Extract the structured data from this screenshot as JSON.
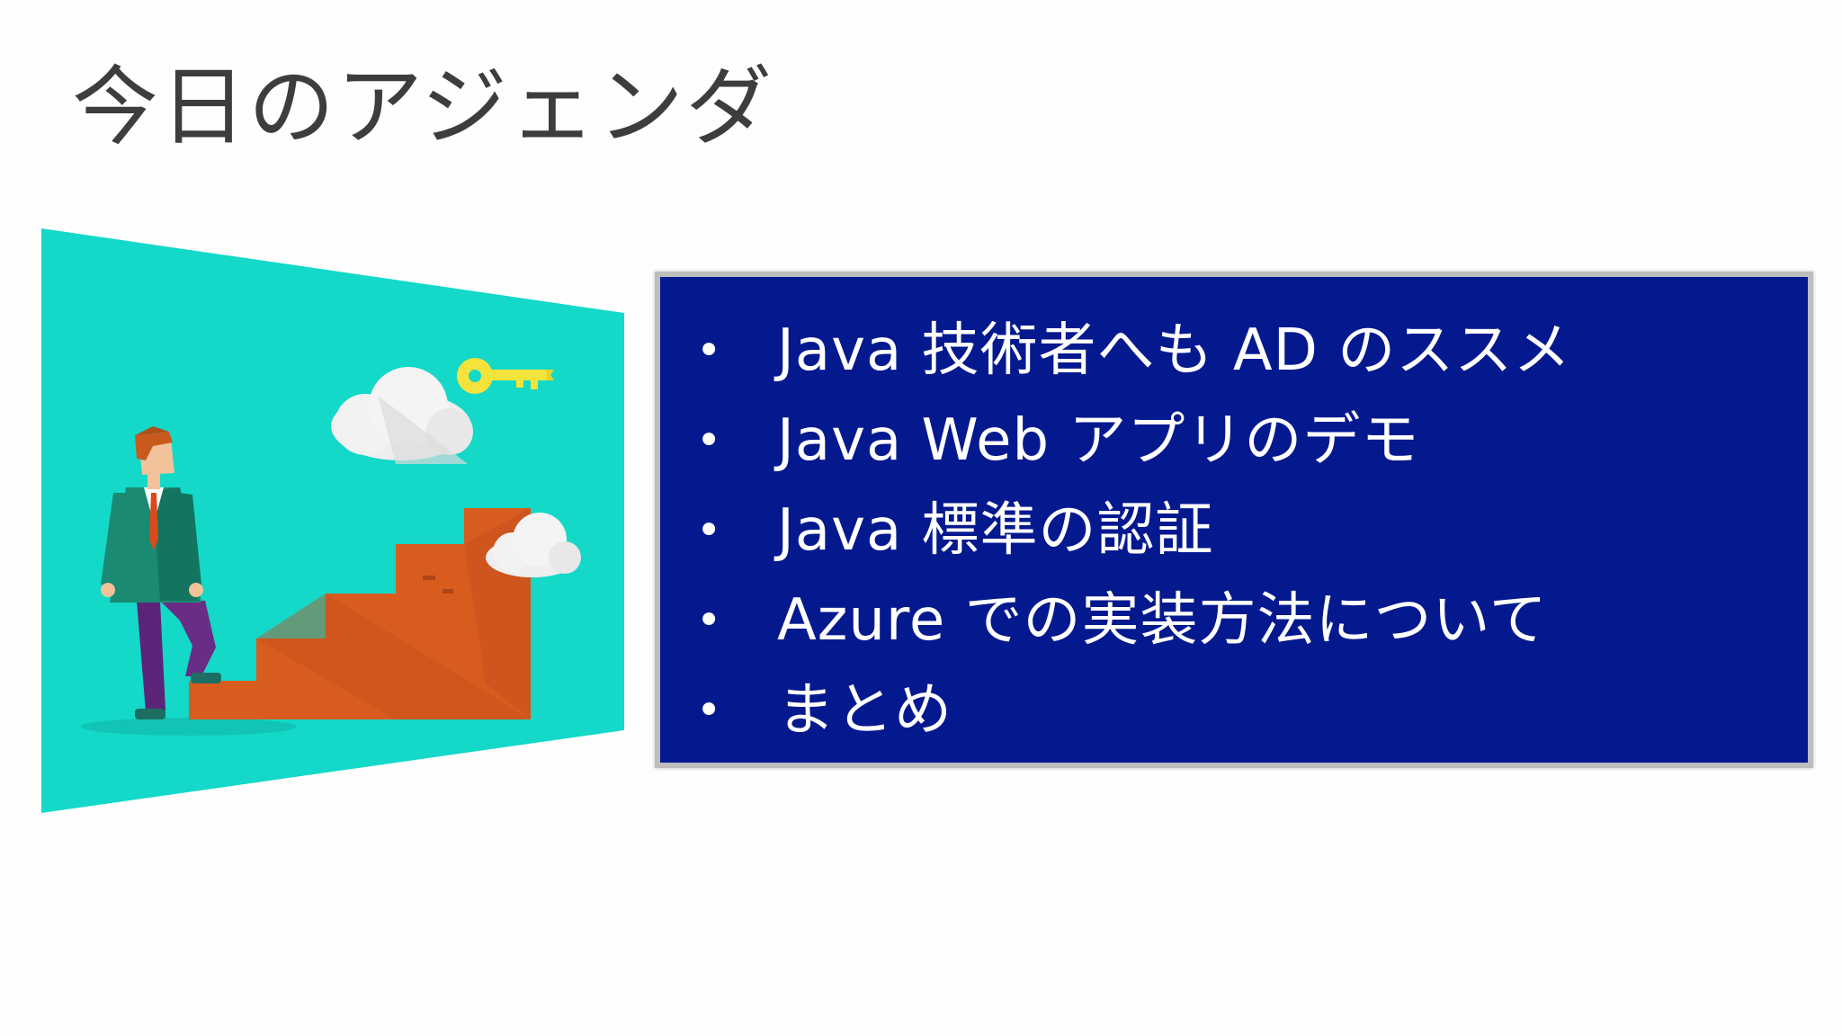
{
  "slide": {
    "title": "今日のアジェンダ"
  },
  "agenda": {
    "bullet": "•",
    "items": [
      "Java 技術者へも AD のススメ",
      "Java Web アプリのデモ",
      "Java 標準の認証",
      "Azure での実装方法について",
      "まとめ"
    ]
  },
  "colors": {
    "title_text": "#3d3d3d",
    "panel_teal": "#14d8c8",
    "agenda_background": "#05198f",
    "agenda_border": "#bdbdbd",
    "stairs": "#d95c1f",
    "key": "#f4e33b",
    "person_suit": "#1a8a72",
    "person_pants": "#6a2d86",
    "cloud": "#eeeeee"
  },
  "icons": [
    "key-icon",
    "cloud-icon",
    "stairs-icon",
    "person-icon"
  ]
}
